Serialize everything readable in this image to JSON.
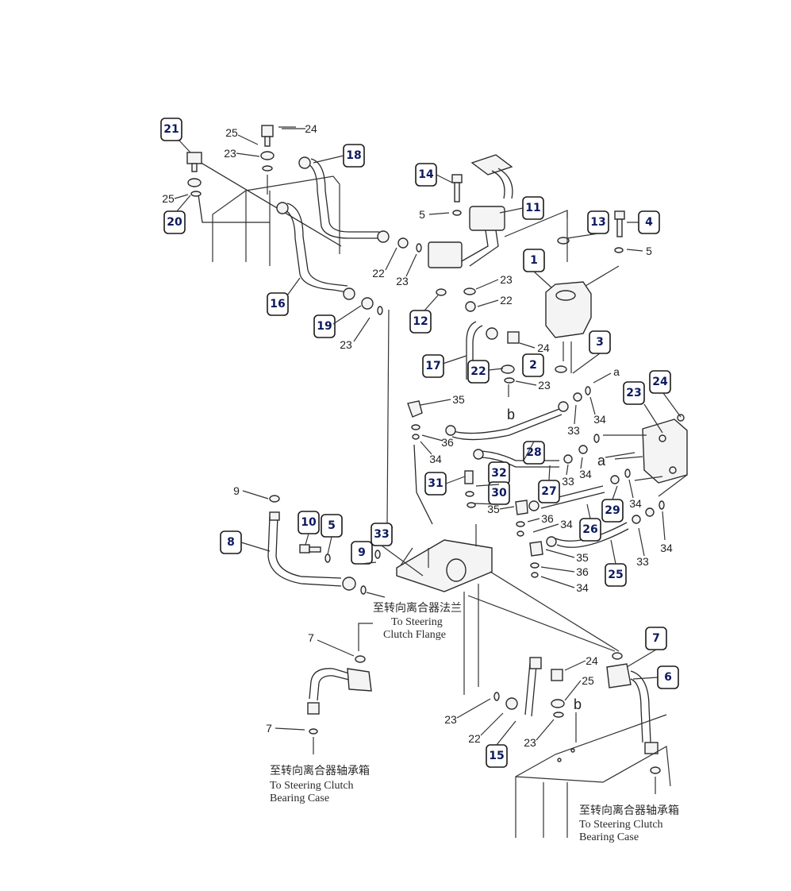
{
  "callouts": [
    "21",
    "20",
    "18",
    "16",
    "19",
    "14",
    "11",
    "13",
    "4",
    "1",
    "12",
    "3",
    "17",
    "22",
    "2",
    "23",
    "24",
    "28",
    "31",
    "32",
    "30",
    "27",
    "29",
    "26",
    "25",
    "8",
    "10",
    "5",
    "9",
    "33",
    "7",
    "6",
    "15"
  ],
  "plain_labels": [
    "25",
    "24",
    "23",
    "25",
    "22",
    "23",
    "5",
    "5",
    "23",
    "22",
    "23",
    "24",
    "23",
    "35",
    "36",
    "34",
    "33",
    "34",
    "33",
    "34",
    "34",
    "33",
    "34",
    "35",
    "36",
    "34",
    "35",
    "36",
    "34",
    "9",
    "7",
    "7",
    "24",
    "25",
    "23",
    "22",
    "23"
  ],
  "arrow_labels": [
    "a",
    "b",
    "a",
    "b"
  ],
  "notes": {
    "flange_cn": "至转向离合器法兰",
    "flange_en_1": "To Steering",
    "flange_en_2": "Clutch Flange",
    "bearing_left_cn": "至转向离合器轴承箱",
    "bearing_left_en_1": "To Steering Clutch",
    "bearing_left_en_2": "Bearing Case",
    "bearing_right_cn": "至转向离合器轴承箱",
    "bearing_right_en_1": "To Steering Clutch",
    "bearing_right_en_2": "Bearing Case"
  },
  "colors": {
    "callout_text": "#0d1a5e",
    "line": "#333333",
    "background": "#ffffff"
  }
}
